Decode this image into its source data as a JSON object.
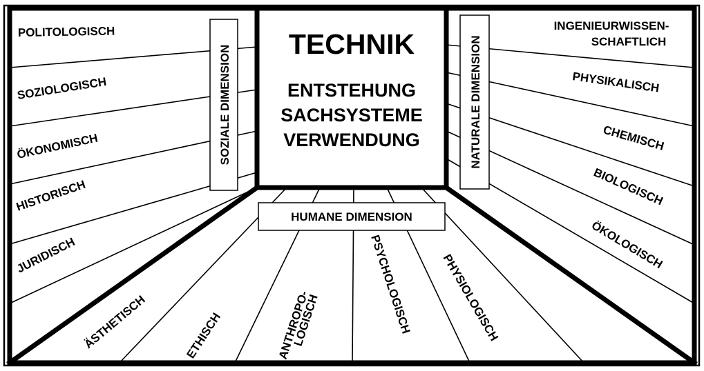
{
  "center": {
    "title": "TECHNIK",
    "lines": [
      "ENTSTEHUNG",
      "SACHSYSTEME",
      "VERWENDUNG"
    ]
  },
  "dimensions": {
    "social": "SOZIALE DIMENSION",
    "natural": "NATURALE DIMENSION",
    "human": "HUMANE DIMENSION"
  },
  "social_items": [
    "POLITOLOGISCH",
    "SOZIOLOGISCH",
    "ÖKONOMISCH",
    "HISTORISCH",
    "JURIDISCH"
  ],
  "natural_items": {
    "engineering": [
      "INGENIEURWISSEN-",
      "SCHAFTLICH"
    ],
    "physical": "PHYSIKALISCH",
    "chemical": "CHEMISCH",
    "biological": "BIOLOGISCH",
    "ecological": "ÖKOLOGISCH"
  },
  "human_items": {
    "aesthetic": "ÄSTHETISCH",
    "ethical": "ETHISCH",
    "anthropological": [
      "ANTHROPO-",
      "LOGISCH"
    ],
    "psychological": "PSYCHOLOGISCH",
    "physiological": "PHYSIOLOGISCH"
  }
}
